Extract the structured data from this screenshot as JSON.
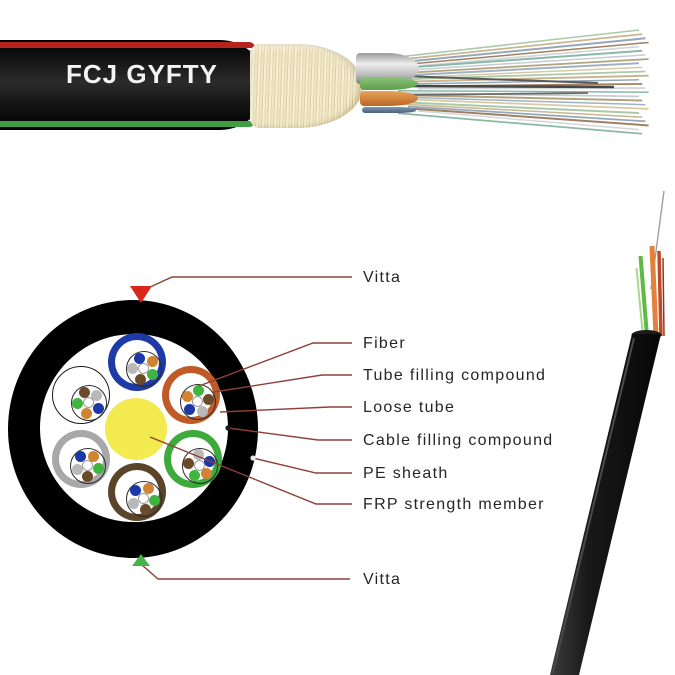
{
  "image_type": "fiber-optic-cable-product-diagram",
  "cable_photo": {
    "print_label": "FCJ GYFTY"
  },
  "diagram": {
    "labels": [
      {
        "id": "vitta-top",
        "text": "Vitta"
      },
      {
        "id": "fiber",
        "text": "Fiber"
      },
      {
        "id": "tube-filling-compound",
        "text": "Tube filling compound"
      },
      {
        "id": "loose-tube",
        "text": "Loose tube"
      },
      {
        "id": "cable-filling-compound",
        "text": "Cable filling compound"
      },
      {
        "id": "pe-sheath",
        "text": "PE sheath"
      },
      {
        "id": "frp-strength-member",
        "text": "FRP strength member"
      },
      {
        "id": "vitta-bottom",
        "text": "Vitta"
      }
    ],
    "leader_color": "#8e4038",
    "markers": {
      "top_triangle": "#d8281c",
      "bottom_triangle": "#47b348"
    },
    "cross_section": {
      "sheath_color": "#000000",
      "interior_color": "#ffffff",
      "frp_center_color": "#f2ea4e",
      "loose_tube_rings": [
        "#1d3aa6",
        "#c05a26",
        "#3cab3c",
        "#5a452a",
        "#a8a8a8",
        "#ffffff"
      ],
      "fiber_dot_colors": [
        "#1c38a8",
        "#d08432",
        "#3fb43f",
        "#6a4a28",
        "#b9b9b9"
      ],
      "center_dot_color": "#ffffff"
    }
  },
  "colors": {
    "sheath_stripe_red": "#b5231c",
    "sheath_stripe_green": "#3e9e41",
    "aramid_yarn": "#ece2bd",
    "fiber_palette": [
      "#a9c9a9",
      "#c9b68e",
      "#94a8bc",
      "#a08060",
      "#d3d7da",
      "#8ab8a6",
      "#c4cdd4",
      "#b3a27c",
      "#9db3c4",
      "#d9c9a2"
    ]
  },
  "background": "#ffffff"
}
